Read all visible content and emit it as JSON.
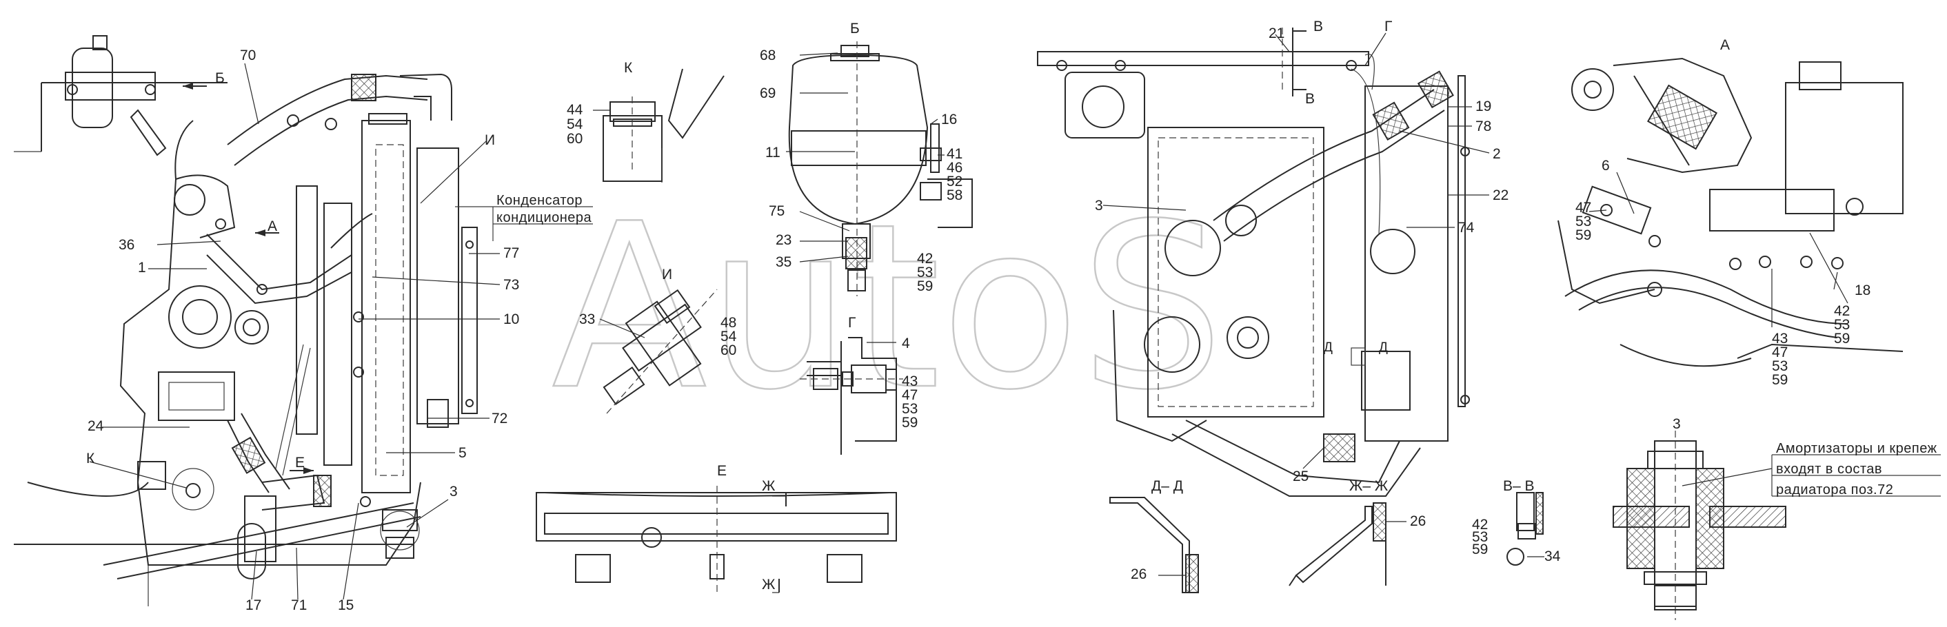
{
  "watermark": "AutoS",
  "views": {
    "main": {
      "labels": [
        "70",
        "Б",
        "36",
        "1",
        "А",
        "И",
        "77",
        "73",
        "10",
        "72",
        "5",
        "24",
        "К",
        "Е",
        "3",
        "17",
        "71",
        "15"
      ]
    },
    "k_detail": {
      "title": "К",
      "labels": [
        "44",
        "54",
        "60"
      ]
    },
    "b_detail": {
      "title": "Б",
      "labels": [
        "68",
        "69",
        "16",
        "11",
        "41",
        "46",
        "52",
        "58",
        "75",
        "23",
        "35",
        "42",
        "53",
        "59"
      ]
    },
    "i_detail": {
      "title": "И",
      "labels": [
        "33",
        "48",
        "54",
        "60"
      ]
    },
    "g_detail": {
      "title": "Г",
      "labels": [
        "4",
        "43",
        "47",
        "53",
        "59"
      ]
    },
    "e_view": {
      "title": "Е",
      "labels": [
        "Ж",
        "Ж"
      ]
    },
    "right_assembly": {
      "labels": [
        "21",
        "В",
        "Г",
        "В",
        "19",
        "78",
        "2",
        "3",
        "22",
        "74",
        "Д",
        "Д",
        "25"
      ]
    },
    "section_dd": {
      "title": "Д– Д",
      "labels": [
        "26"
      ]
    },
    "section_zhzh": {
      "title": "Ж– Ж",
      "labels": [
        "26"
      ]
    },
    "section_vv": {
      "title": "В– В",
      "labels": [
        "42",
        "53",
        "59",
        "34"
      ]
    },
    "view_a": {
      "title": "А",
      "labels": [
        "6",
        "47",
        "53",
        "59",
        "18",
        "42",
        "53",
        "59",
        "43",
        "47",
        "53",
        "59"
      ]
    },
    "section_3": {
      "title": "3"
    }
  },
  "notes": {
    "condenser": [
      "Конденсатор",
      "кондиционера"
    ],
    "dampers": [
      "Амортизаторы и крепеж",
      "входят в состав",
      "радиатора поз.72"
    ]
  }
}
